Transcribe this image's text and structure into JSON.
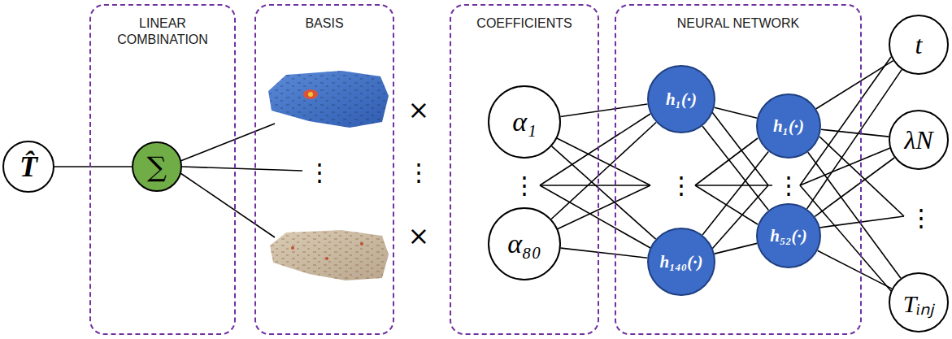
{
  "diagram": {
    "nodes": [
      {
        "text": [
          "T̂"
        ]
      },
      {
        "text": [
          "LINEAR COMBINATION"
        ]
      },
      {
        "text": [
          "∑"
        ],
        "in": 1
      },
      {
        "text": [
          "BASIS"
        ]
      },
      {
        "text": [
          "COEFFICIENTS"
        ]
      },
      {
        "text": [
          "α₁"
        ],
        "in": 4
      },
      {
        "text": [
          "α₈₀"
        ],
        "in": 4
      },
      {
        "text": [
          "NEURAL NETWORK"
        ]
      },
      {
        "text": [
          "h₁(·)"
        ],
        "in": 7
      },
      {
        "text": [
          "h₁₄₀(·)"
        ],
        "in": 7
      },
      {
        "text": [
          "h₁(·)"
        ],
        "in": 7
      },
      {
        "text": [
          "h₅₂(·)"
        ],
        "in": 7
      },
      {
        "text": [
          "t"
        ]
      },
      {
        "text": [
          "λN"
        ]
      },
      {
        "text": [
          "Tᵢₙⱼ"
        ]
      }
    ],
    "edges": [
      {
        "from": 0,
        "to": 2,
        "arrow": "none"
      },
      {
        "from": 5,
        "to": 8,
        "arrow": "none"
      },
      {
        "from": 5,
        "to": 9,
        "arrow": "none"
      },
      {
        "from": 6,
        "to": 8,
        "arrow": "none"
      },
      {
        "from": 6,
        "to": 9,
        "arrow": "none"
      },
      {
        "from": 8,
        "to": 10,
        "arrow": "none"
      },
      {
        "from": 8,
        "to": 11,
        "arrow": "none"
      },
      {
        "from": 9,
        "to": 10,
        "arrow": "none"
      },
      {
        "from": 9,
        "to": 11,
        "arrow": "none"
      },
      {
        "from": 10,
        "to": 12,
        "arrow": "none"
      },
      {
        "from": 10,
        "to": 13,
        "arrow": "none"
      },
      {
        "from": 10,
        "to": 14,
        "arrow": "none"
      },
      {
        "from": 11,
        "to": 12,
        "arrow": "none"
      },
      {
        "from": 11,
        "to": 13,
        "arrow": "none"
      },
      {
        "from": 11,
        "to": 14,
        "arrow": "none"
      }
    ],
    "labels": [
      "⋮",
      "×",
      "⋮",
      "×",
      "⋮",
      "⋮",
      "⋮",
      "⋮"
    ]
  }
}
